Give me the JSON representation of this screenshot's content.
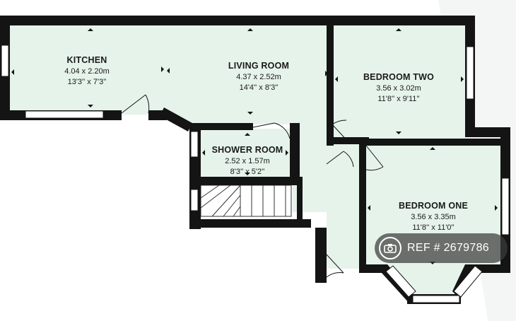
{
  "rooms": {
    "kitchen": {
      "name": "KITCHEN",
      "metric": "4.04 x 2.20m",
      "imperial": "13'3'' x 7'3''"
    },
    "living_room": {
      "name": "LIVING ROOM",
      "metric": "4.37 x 2.52m",
      "imperial": "14'4'' x 8'3''"
    },
    "bedroom_two": {
      "name": "BEDROOM TWO",
      "metric": "3.56 x 3.02m",
      "imperial": "11'8'' x 9'11''"
    },
    "shower_room": {
      "name": "SHOWER ROOM",
      "metric": "2.52 x 1.57m",
      "imperial": "8'3'' x 5'2''"
    },
    "bedroom_one": {
      "name": "BEDROOM ONE",
      "metric": "3.56 x 3.35m",
      "imperial": "11'8'' x 11'0''"
    }
  },
  "reference": {
    "text": "REF # 2679786",
    "icon": "camera-icon"
  },
  "colors": {
    "floor": "#e6f3ea",
    "wall": "#141414",
    "background": "#ffffff",
    "badge": "#3c3c3c"
  }
}
